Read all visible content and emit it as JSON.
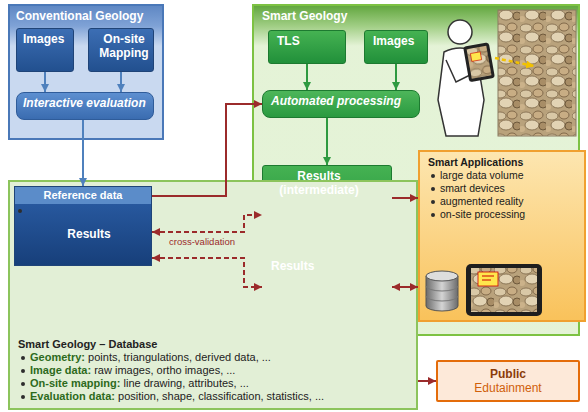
{
  "diagram": {
    "nodes": [
      {
        "text": [
          "Conventional Geology"
        ]
      },
      {
        "text": [
          "Images"
        ],
        "in": 0
      },
      {
        "text": [
          "On-site Mapping"
        ],
        "in": 0
      },
      {
        "text": [
          "Interactive evaluation"
        ],
        "in": 0
      },
      {
        "text": [
          "Smart Geology"
        ]
      },
      {
        "text": [
          "TLS"
        ],
        "in": 4
      },
      {
        "text": [
          "Images"
        ],
        "in": 4
      },
      {
        "text": [
          "Automated processing"
        ],
        "in": 4
      },
      {
        "text": [
          "Results (intermediate)"
        ],
        "in": 4
      },
      {
        "text": [
          "Results"
        ],
        "in": 4
      },
      {
        "text": [
          "Smart Geology – Database",
          "Geometry: points, triangulations, derived data, ...",
          "Image data: raw images, ortho images, ...",
          "On-site mapping: line drawing, attributes, ...",
          "Evaluation data: position, shape, classification, statistics, ..."
        ]
      },
      {
        "text": [
          "Reference data",
          "Results"
        ],
        "in": 10
      },
      {
        "text": [
          "Smart Applications",
          "large data volume",
          "smart devices",
          "augmented reality",
          "on-site processing"
        ]
      },
      {
        "text": [
          "Public",
          "Edutainment"
        ]
      }
    ],
    "edges": [
      {
        "from": 1,
        "to": 3,
        "arrow": "to"
      },
      {
        "from": 2,
        "to": 3,
        "arrow": "to"
      },
      {
        "from": 3,
        "to": 11,
        "arrow": "to"
      },
      {
        "from": 5,
        "to": 7,
        "arrow": "to"
      },
      {
        "from": 6,
        "to": 7,
        "arrow": "to"
      },
      {
        "from": 11,
        "to": 7,
        "arrow": "to"
      },
      {
        "from": 7,
        "to": 8,
        "arrow": "to"
      },
      {
        "from": 8,
        "to": 12,
        "arrow": "to"
      },
      {
        "from": 11,
        "to": 8,
        "label": "cross-validation",
        "arrow": "both"
      },
      {
        "from": 11,
        "to": 9,
        "arrow": "both"
      },
      {
        "from": 9,
        "to": 12,
        "arrow": "both"
      },
      {
        "from": 10,
        "to": 13,
        "arrow": "to"
      }
    ]
  }
}
